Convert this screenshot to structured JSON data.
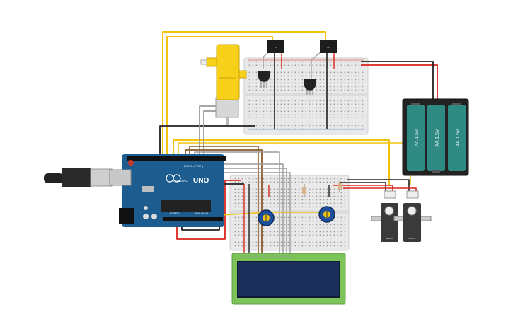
{
  "arduino": {
    "board_name": "UNO",
    "brand": "ARDUINO",
    "digital_label": "DIGITAL (PWM~)",
    "analog_label": "ANALOG IN",
    "power_label": "POWER"
  },
  "battery": {
    "cells": [
      "AA 1.5V",
      "AA 1.5V",
      "AA 1.5V"
    ]
  },
  "relays": [
    {
      "label": "K1"
    },
    {
      "label": "K2"
    }
  ],
  "servos": [
    {
      "label": "SERVO"
    },
    {
      "label": "SERVO"
    }
  ],
  "colors": {
    "breadboard": "#e9e9e9",
    "arduino_blue": "#1d5c8f",
    "lcd_green": "#7cc35a",
    "lcd_screen": "#1c2f5a",
    "motor_yellow": "#f6d019",
    "battery_teal": "#2f8a84",
    "wire_yellow": "#f2c40f",
    "wire_red": "#d9251d",
    "wire_black": "#222222",
    "wire_gray": "#9a9a9a",
    "wire_brown": "#8b5a2b"
  }
}
